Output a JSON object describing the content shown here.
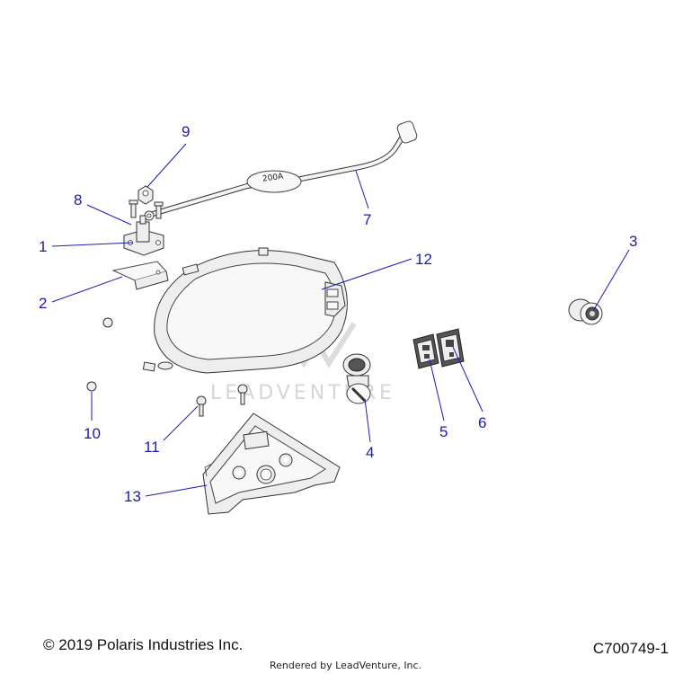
{
  "callouts": [
    "1",
    "2",
    "3",
    "4",
    "5",
    "6",
    "7",
    "8",
    "9",
    "10",
    "11",
    "12",
    "13"
  ],
  "cable_label": "200A",
  "watermark": "LEADVENTURE",
  "footer": {
    "copyright": "© 2019 Polaris Industries Inc.",
    "rendered_by": "Rendered by LeadVenture, Inc.",
    "diagram_id": "C700749-1"
  }
}
